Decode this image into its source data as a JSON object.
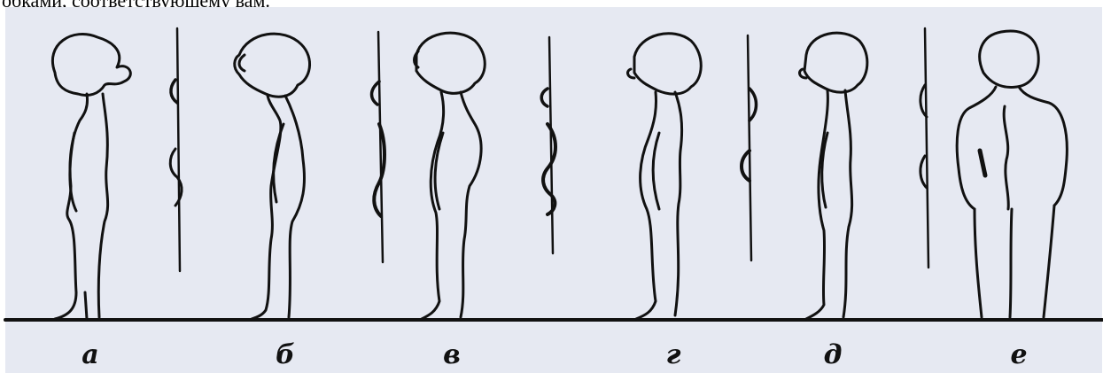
{
  "header": {
    "text": "обками, соответствующему вам."
  },
  "figure": {
    "labels": [
      "а",
      "б",
      "в",
      "г",
      "д",
      "е"
    ]
  }
}
